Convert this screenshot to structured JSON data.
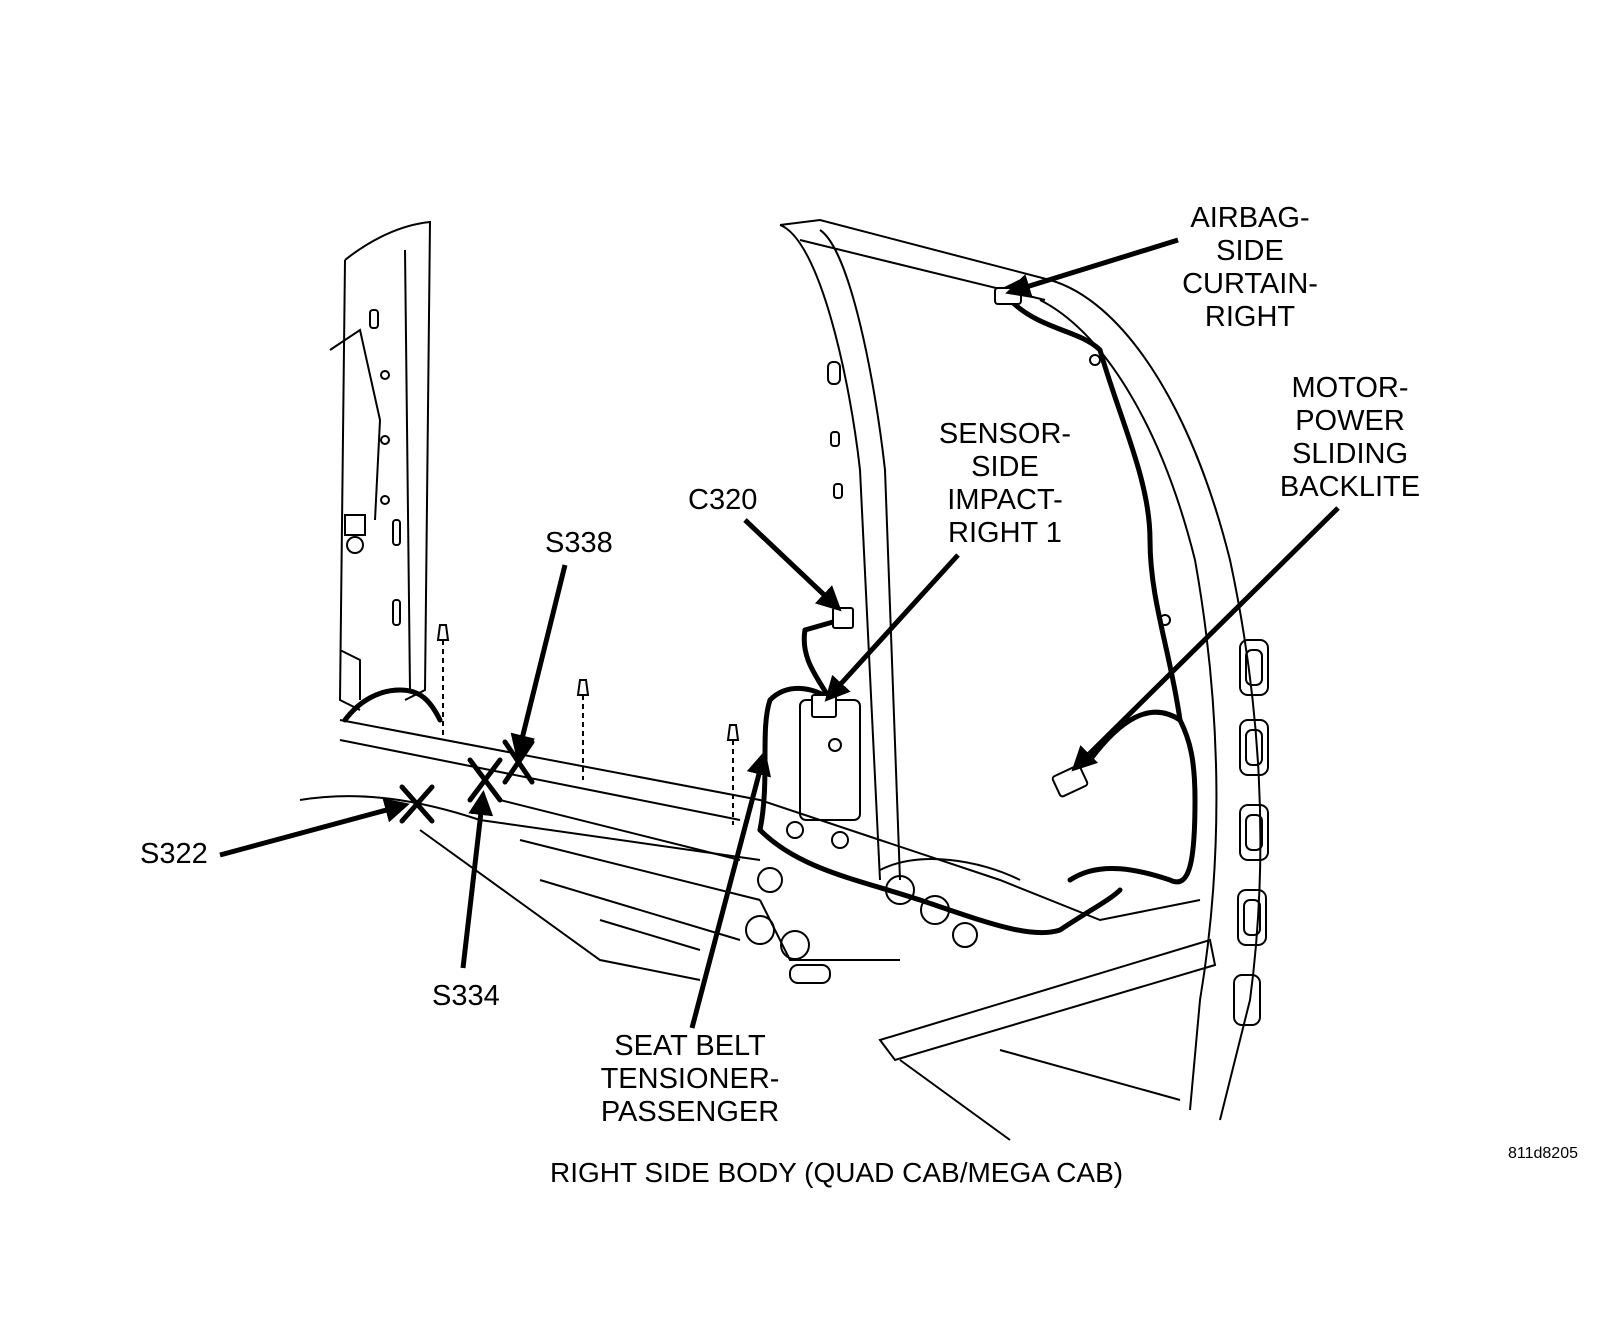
{
  "labels": {
    "airbag": [
      "AIRBAG-",
      "SIDE",
      "CURTAIN-",
      "RIGHT"
    ],
    "motor": [
      "MOTOR-",
      "POWER",
      "SLIDING",
      "BACKLITE"
    ],
    "sensor": [
      "SENSOR-",
      "SIDE",
      "IMPACT-",
      "RIGHT 1"
    ],
    "c320": "C320",
    "s338": "S338",
    "s322": "S322",
    "s334": "S334",
    "seatbelt": [
      "SEAT BELT",
      "TENSIONER-",
      "PASSENGER"
    ]
  },
  "figure_ref": "811d8205",
  "caption": "RIGHT SIDE BODY  (QUAD CAB/MEGA CAB)"
}
